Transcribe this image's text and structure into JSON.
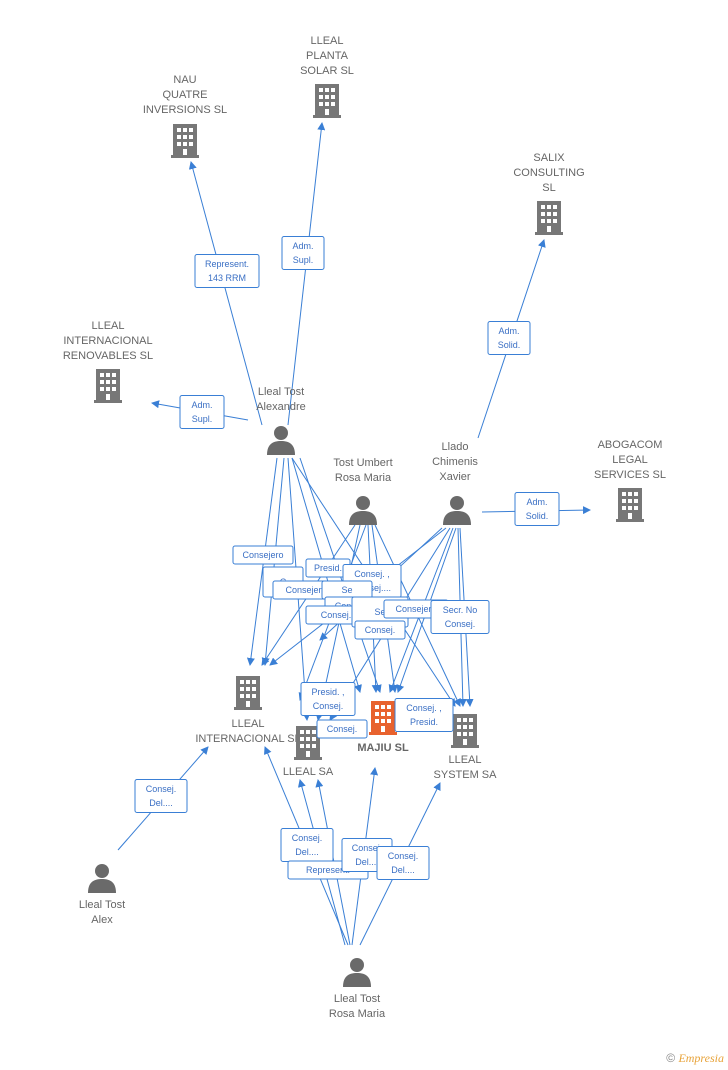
{
  "colors": {
    "edge": "#3a7fd5",
    "company": "#777777",
    "focus_company": "#e8622e",
    "person": "#6a6a6a"
  },
  "nodes": [
    {
      "id": "nau",
      "type": "company",
      "lines": [
        "NAU",
        "QUATRE",
        "INVERSIONS SL"
      ]
    },
    {
      "id": "planta",
      "type": "company",
      "lines": [
        "LLEAL",
        "PLANTA",
        "SOLAR SL"
      ]
    },
    {
      "id": "salix",
      "type": "company",
      "lines": [
        "SALIX",
        "CONSULTING",
        "SL"
      ]
    },
    {
      "id": "renov",
      "type": "company",
      "lines": [
        "LLEAL",
        "INTERNACIONAL",
        "RENOVABLES SL"
      ]
    },
    {
      "id": "abogacom",
      "type": "company",
      "lines": [
        "ABOGACOM",
        "LEGAL",
        "SERVICES  SL"
      ]
    },
    {
      "id": "intl",
      "type": "company",
      "lines": [
        "LLEAL",
        "INTERNACIONAL SL"
      ]
    },
    {
      "id": "llealsa",
      "type": "company",
      "lines": [
        "LLEAL SA"
      ]
    },
    {
      "id": "majiu",
      "type": "focus",
      "lines": [
        "MAJIU SL"
      ]
    },
    {
      "id": "system",
      "type": "company",
      "lines": [
        "LLEAL",
        "SYSTEM SA"
      ]
    },
    {
      "id": "alexandre",
      "type": "person",
      "lines": [
        "Lleal Tost",
        "Alexandre"
      ]
    },
    {
      "id": "rosa_umbert",
      "type": "person",
      "lines": [
        "Tost Umbert",
        "Rosa Maria"
      ]
    },
    {
      "id": "llado",
      "type": "person",
      "lines": [
        "Llado",
        "Chimenis",
        "Xavier"
      ]
    },
    {
      "id": "alex",
      "type": "person",
      "lines": [
        "Lleal Tost",
        "Alex"
      ]
    },
    {
      "id": "rosa_lleal",
      "type": "person",
      "lines": [
        "Lleal Tost",
        "Rosa Maria"
      ]
    }
  ],
  "edge_labels": [
    {
      "lines": [
        "Represent.",
        "143 RRM"
      ]
    },
    {
      "lines": [
        "Adm.",
        "Supl."
      ]
    },
    {
      "lines": [
        "Adm.",
        "Solid."
      ]
    },
    {
      "lines": [
        "Adm.",
        "Supl."
      ]
    },
    {
      "lines": [
        "Adm.",
        "Solid."
      ]
    },
    {
      "lines": [
        "Consejero"
      ]
    },
    {
      "lines": [
        "C"
      ]
    },
    {
      "lines": [
        "Presid."
      ]
    },
    {
      "lines": [
        "Consej. ,",
        "Consej...."
      ]
    },
    {
      "lines": [
        "Consejero"
      ]
    },
    {
      "lines": [
        "Se"
      ]
    },
    {
      "lines": [
        "Consej."
      ]
    },
    {
      "lines": [
        "Consej."
      ]
    },
    {
      "lines": [
        "Se"
      ]
    },
    {
      "lines": [
        "Consej."
      ]
    },
    {
      "lines": [
        "Consejero"
      ]
    },
    {
      "lines": [
        "Secr.  No",
        "Consej."
      ]
    },
    {
      "lines": [
        "Presid. ,",
        "Consej."
      ]
    },
    {
      "lines": [
        "Consej."
      ]
    },
    {
      "lines": [
        "Consej. ,",
        "Presid."
      ]
    },
    {
      "lines": [
        "Consej.",
        "Del...."
      ]
    },
    {
      "lines": [
        "Consej.",
        "Del...."
      ]
    },
    {
      "lines": [
        "Represent."
      ]
    },
    {
      "lines": [
        "Consej.",
        "Del...."
      ]
    },
    {
      "lines": [
        "Consej.",
        "Del...."
      ]
    }
  ],
  "footer": {
    "copyright": "©",
    "brand": "Empresia"
  }
}
